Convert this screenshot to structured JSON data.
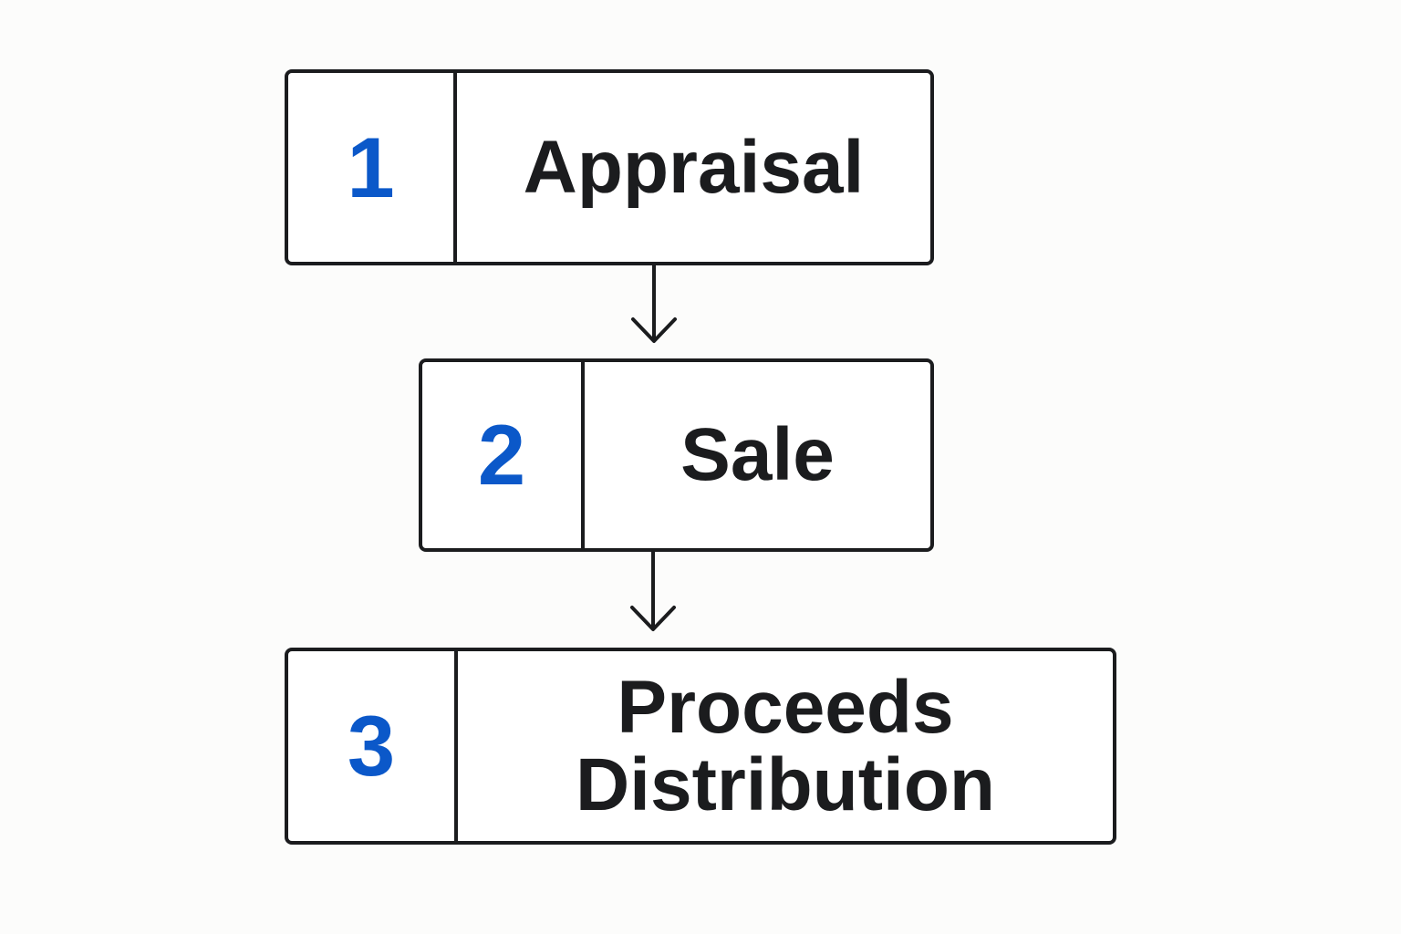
{
  "steps": [
    {
      "number": "1",
      "label": "Appraisal"
    },
    {
      "number": "2",
      "label": "Sale"
    },
    {
      "number": "3",
      "label": "Proceeds\nDistribution"
    }
  ],
  "colors": {
    "number": "#0b58c9",
    "text": "#1b1c1e",
    "border": "#1b1c1e",
    "background": "#fcfcfb"
  }
}
